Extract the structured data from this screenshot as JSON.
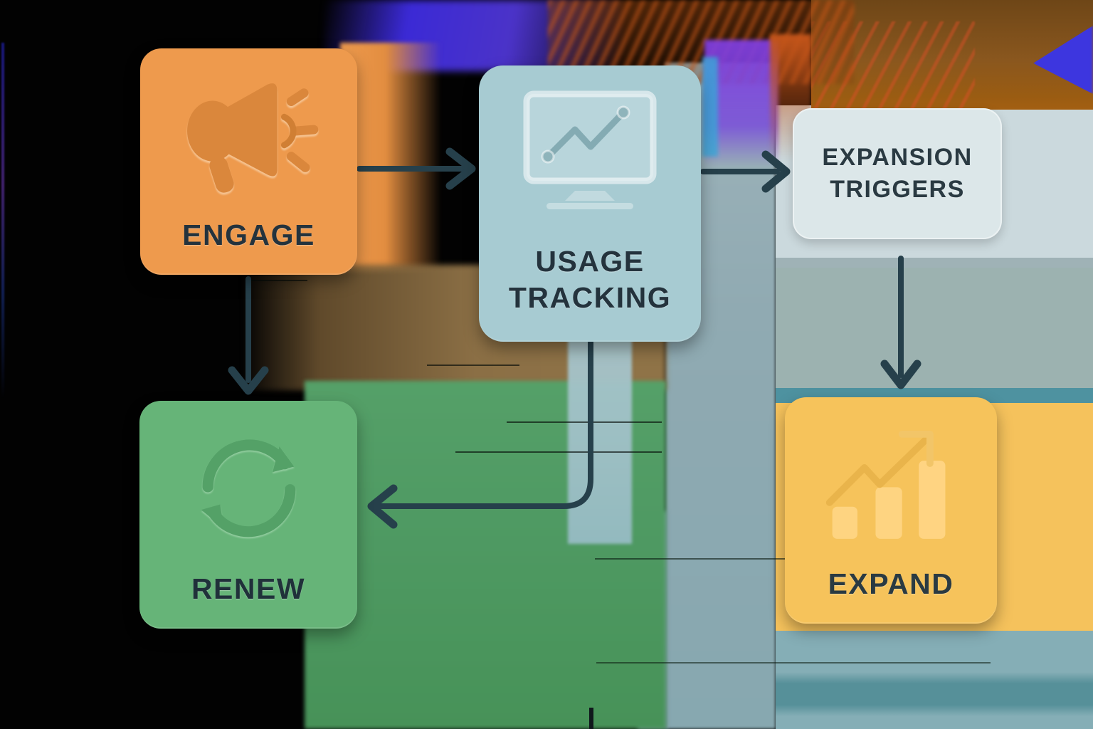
{
  "diagram": {
    "type": "flowchart",
    "background_color": "#000000",
    "arrow_color": "#26404B",
    "nodes": [
      {
        "id": "engage",
        "label": "ENGAGE",
        "lines": [
          "ENGAGE"
        ],
        "icon": "megaphone-icon",
        "fill": "#EE9A4D",
        "text_color": "#24333D"
      },
      {
        "id": "usage-tracking",
        "label": "USAGE TRACKING",
        "lines": [
          "USAGE",
          "TRACKING"
        ],
        "icon": "monitor-line-chart-icon",
        "fill": "#A7CBD2",
        "text_color": "#24333D"
      },
      {
        "id": "expansion-triggers",
        "label": "EXPANSION TRIGGERS",
        "lines": [
          "EXPANSION",
          "TRIGGERS"
        ],
        "icon": "none",
        "fill": "#DCE7E9",
        "text_color": "#2A3A42"
      },
      {
        "id": "renew",
        "label": "RENEW",
        "lines": [
          "RENEW"
        ],
        "icon": "refresh-cycle-icon",
        "fill": "#66B478",
        "text_color": "#20313A"
      },
      {
        "id": "expand",
        "label": "EXPAND",
        "lines": [
          "EXPAND"
        ],
        "icon": "bar-chart-growth-icon",
        "fill": "#F6C35B",
        "text_color": "#2A3A42"
      }
    ],
    "edges": [
      {
        "from": "engage",
        "to": "usage-tracking",
        "direction": "right"
      },
      {
        "from": "usage-tracking",
        "to": "expansion-triggers",
        "direction": "right"
      },
      {
        "from": "engage",
        "to": "renew",
        "direction": "down"
      },
      {
        "from": "expansion-triggers",
        "to": "expand",
        "direction": "down"
      },
      {
        "from": "usage-tracking",
        "to": "renew",
        "direction": "down-then-left"
      }
    ]
  }
}
